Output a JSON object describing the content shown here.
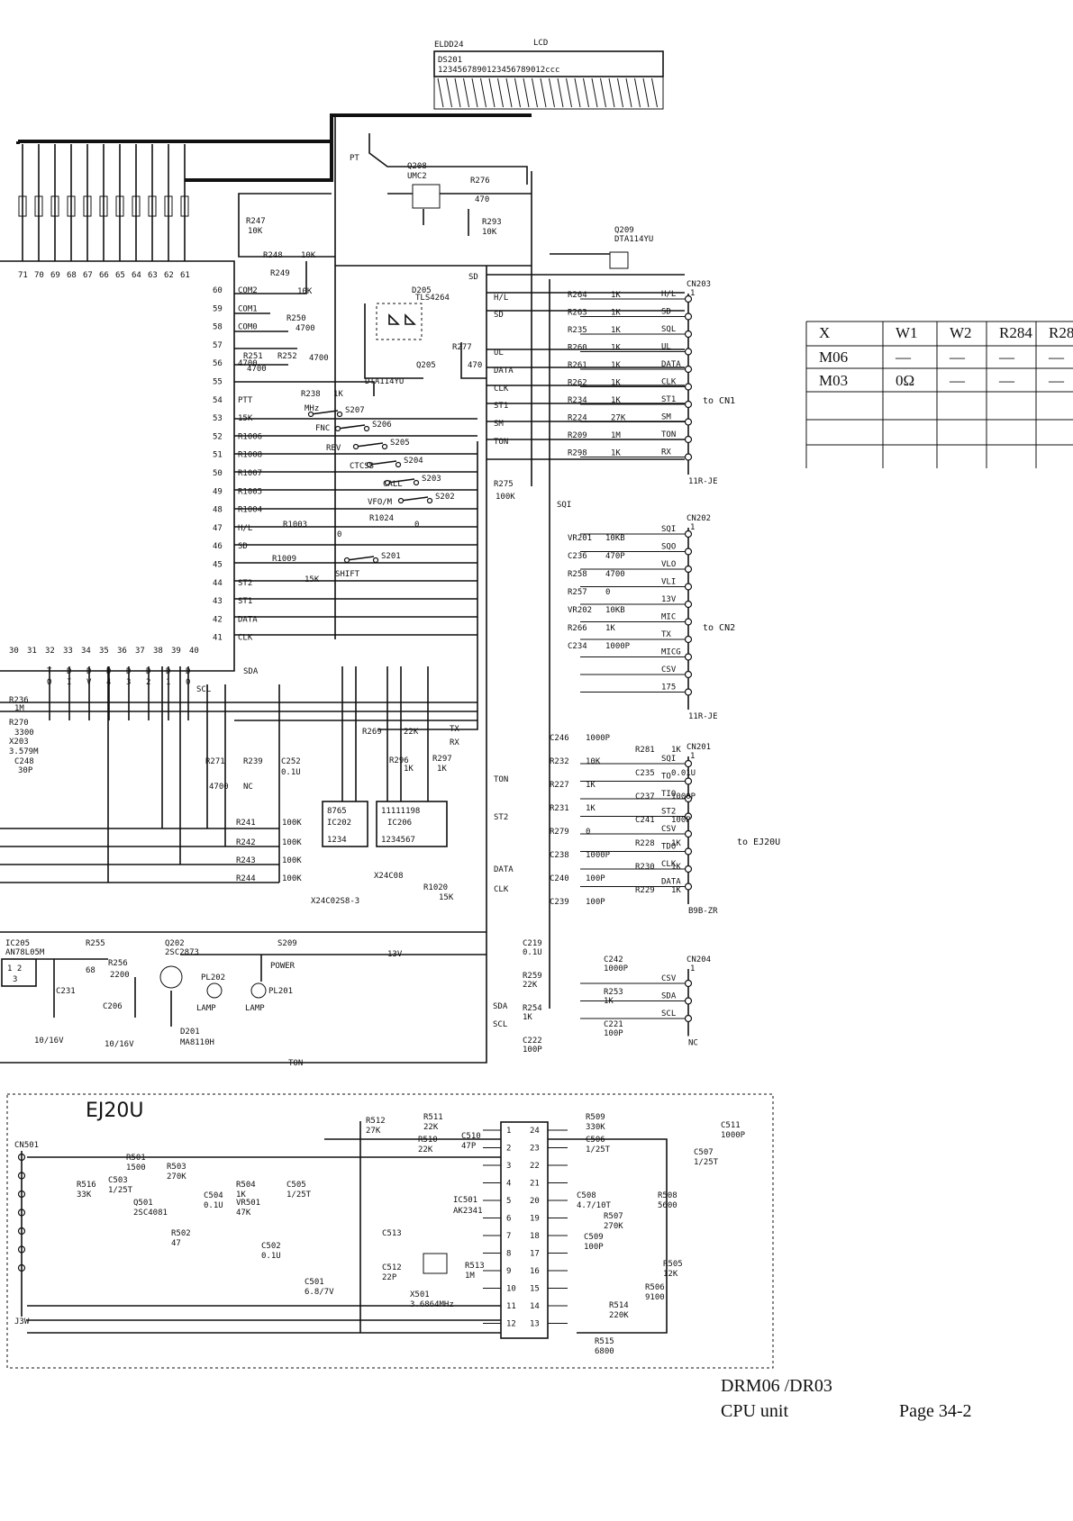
{
  "lcd": {
    "part": "ELDD24",
    "title": "LCD",
    "ref": "DS201",
    "pins": "1234567890123456789012ccc"
  },
  "opto": {
    "q208": "Q208",
    "q208_type": "UMC2",
    "d205": "D205",
    "d205_type": "TLS4264",
    "q205": "Q205",
    "q205_type": "DTA114YU",
    "q209": "Q209",
    "q209_type": "DTA114YU"
  },
  "resistors": [
    {
      "ref": "R247",
      "val": "10K"
    },
    {
      "ref": "R248",
      "val": "10K"
    },
    {
      "ref": "R249",
      "val": "10K"
    },
    {
      "ref": "R250",
      "val": "4700"
    },
    {
      "ref": "R251",
      "val": "4700"
    },
    {
      "ref": "R252",
      "val": "4700"
    },
    {
      "ref": "R238",
      "val": "1K"
    },
    {
      "ref": "R276",
      "val": "470"
    },
    {
      "ref": "R293",
      "val": "10K"
    },
    {
      "ref": "R277",
      "val": "470"
    },
    {
      "ref": "R275",
      "val": "100K"
    },
    {
      "ref": "R1003",
      "val": "0"
    },
    {
      "ref": "R1009",
      "val": "15K"
    },
    {
      "ref": "R1024",
      "val": "0"
    },
    {
      "ref": "R269",
      "val": "22K"
    },
    {
      "ref": "R271",
      "val": "4700"
    },
    {
      "ref": "R239",
      "val": "NC"
    },
    {
      "ref": "R296",
      "val": "1K"
    },
    {
      "ref": "R297",
      "val": "1K"
    },
    {
      "ref": "R241",
      "val": "100K"
    },
    {
      "ref": "R242",
      "val": "100K"
    },
    {
      "ref": "R243",
      "val": "100K"
    },
    {
      "ref": "R244",
      "val": "100K"
    },
    {
      "ref": "R1020",
      "val": "15K"
    }
  ],
  "cpu_pins": {
    "right": [
      {
        "n": "60",
        "sig": "COM2"
      },
      {
        "n": "59",
        "sig": "COM1"
      },
      {
        "n": "58",
        "sig": "COM0"
      },
      {
        "n": "57",
        "sig": ""
      },
      {
        "n": "56",
        "sig": "4700"
      },
      {
        "n": "55",
        "sig": ""
      },
      {
        "n": "54",
        "sig": "PTT"
      },
      {
        "n": "53",
        "sig": "15K"
      },
      {
        "n": "52",
        "sig": "R1006"
      },
      {
        "n": "51",
        "sig": "R1008"
      },
      {
        "n": "50",
        "sig": "R1007"
      },
      {
        "n": "49",
        "sig": "R1005"
      },
      {
        "n": "48",
        "sig": "R1004"
      },
      {
        "n": "47",
        "sig": "H/L"
      },
      {
        "n": "46",
        "sig": "SD"
      },
      {
        "n": "45",
        "sig": ""
      },
      {
        "n": "44",
        "sig": "ST2"
      },
      {
        "n": "43",
        "sig": "ST1"
      },
      {
        "n": "42",
        "sig": "DATA"
      },
      {
        "n": "41",
        "sig": "CLK"
      }
    ],
    "top_labels": [
      "71",
      "70",
      "69",
      "68",
      "67",
      "66",
      "65",
      "64",
      "63",
      "62",
      "61"
    ],
    "bottom_labels": [
      "30",
      "31",
      "32",
      "33",
      "34",
      "35",
      "36",
      "37",
      "38",
      "39",
      "40"
    ],
    "bottom_sigs": [
      "T",
      "D",
      "D",
      "D",
      "D",
      "D",
      "D",
      "D"
    ],
    "bottom_sigs2": [
      "O",
      "I",
      "V",
      "4",
      "3",
      "2",
      "1",
      "0"
    ]
  },
  "switches": [
    {
      "ref": "S207",
      "label": "MHz"
    },
    {
      "ref": "S206",
      "label": "FNC"
    },
    {
      "ref": "S205",
      "label": "REV"
    },
    {
      "ref": "S204",
      "label": "CTCSS"
    },
    {
      "ref": "S203",
      "label": "CALL"
    },
    {
      "ref": "S202",
      "label": "VFO/M"
    },
    {
      "ref": "S201",
      "label": "SHIFT"
    },
    {
      "ref": "S209",
      "label": "POWER"
    }
  ],
  "nets": [
    "PT",
    "SD",
    "H/L",
    "SD",
    "UL",
    "DATA",
    "CLK",
    "ST1",
    "SM",
    "TON",
    "SQI",
    "TX",
    "RX",
    "TON",
    "ST2",
    "DATA",
    "CLK",
    "SDA",
    "SCL",
    "TON",
    "13V"
  ],
  "cn203": {
    "ref": "CN203",
    "to": "to CN1",
    "end": "11R-JE",
    "pins": [
      "H/L",
      "SD",
      "SQL",
      "UL",
      "DATA",
      "CLK",
      "ST1",
      "SM",
      "TON",
      "RX"
    ],
    "res": [
      {
        "ref": "R264",
        "val": "1K"
      },
      {
        "ref": "R263",
        "val": "1K"
      },
      {
        "ref": "R235",
        "val": "1K"
      },
      {
        "ref": "R260",
        "val": "1K"
      },
      {
        "ref": "R261",
        "val": "1K"
      },
      {
        "ref": "R262",
        "val": "1K"
      },
      {
        "ref": "R234",
        "val": "1K"
      },
      {
        "ref": "R224",
        "val": "27K"
      },
      {
        "ref": "R209",
        "val": "1M"
      },
      {
        "ref": "R298",
        "val": "1K"
      }
    ]
  },
  "cn202": {
    "ref": "CN202",
    "to": "to CN2",
    "end": "11R-JE",
    "pins": [
      "SQI",
      "SQO",
      "VLO",
      "VLI",
      "13V",
      "MIC",
      "TX",
      "MICG",
      "CSV",
      "175"
    ],
    "parts": [
      {
        "ref": "VR201",
        "val": "10KB"
      },
      {
        "ref": "C236",
        "val": "470P"
      },
      {
        "ref": "R258",
        "val": "4700"
      },
      {
        "ref": "R257",
        "val": "0"
      },
      {
        "ref": "VR202",
        "val": "10KB"
      },
      {
        "ref": "R266",
        "val": "1K"
      },
      {
        "ref": "C234",
        "val": "1000P"
      }
    ]
  },
  "cn201": {
    "ref": "CN201",
    "to": "to EJ20U",
    "end": "B9B-ZR",
    "pins": [
      "SQI",
      "TO",
      "TIO",
      "ST2",
      "CSV",
      "TDO",
      "CLK",
      "DATA"
    ],
    "parts": [
      {
        "ref": "C246",
        "val": "1000P"
      },
      {
        "ref": "R281",
        "val": "1K"
      },
      {
        "ref": "R232",
        "val": "10K"
      },
      {
        "ref": "C235",
        "val": "0.01U"
      },
      {
        "ref": "R227",
        "val": "1K"
      },
      {
        "ref": "C237",
        "val": "1000P"
      },
      {
        "ref": "R231",
        "val": "1K"
      },
      {
        "ref": "C241",
        "val": "100P"
      },
      {
        "ref": "R279",
        "val": "0"
      },
      {
        "ref": "R228",
        "val": "1K"
      },
      {
        "ref": "C238",
        "val": "1000P"
      },
      {
        "ref": "R230",
        "val": "1K"
      },
      {
        "ref": "C240",
        "val": "100P"
      },
      {
        "ref": "R229",
        "val": "1K"
      },
      {
        "ref": "C239",
        "val": "100P"
      }
    ]
  },
  "cn204": {
    "ref": "CN204",
    "end": "NC",
    "pins": [
      "CSV",
      "SDA",
      "SCL"
    ],
    "parts": [
      {
        "ref": "C219",
        "val": "0.1U"
      },
      {
        "ref": "C242",
        "val": "1000P"
      },
      {
        "ref": "R259",
        "val": "22K"
      },
      {
        "ref": "R253",
        "val": "1K"
      },
      {
        "ref": "R254",
        "val": "1K"
      },
      {
        "ref": "C221",
        "val": "100P"
      },
      {
        "ref": "C222",
        "val": "100P"
      }
    ]
  },
  "ic202": {
    "ref": "IC202",
    "pins_top": "8765",
    "pins_bot": "1234"
  },
  "ic206": {
    "ref": "IC206",
    "type": "X24C08",
    "pins_top": "11111198",
    "pins_bot": "1234567",
    "note": "X24C02S8-3"
  },
  "power": {
    "ic205": "IC205",
    "ic205_type": "AN78L05M",
    "r255": "R255",
    "r255_val": "68",
    "r256": "R256",
    "r256_val": "2200",
    "q202": "Q202",
    "q202_type": "2SC2873",
    "pl202": "PL202",
    "pl201": "PL201",
    "lamp": "LAMP",
    "d201": "D201",
    "d201_type": "MA8110H",
    "c231": "C231",
    "c231_val": "10/16V",
    "c206": "C206",
    "c206_val": "10/16V"
  },
  "misc": {
    "r236": "R236",
    "r236_val": "1M",
    "r270": "R270",
    "r270_val": "3300",
    "x203": "X203",
    "x203_val": "3.579M",
    "c248": "C248",
    "c248_val": "30P",
    "c252": "C252",
    "c252_val": "0.1U"
  },
  "ej20u": {
    "title": "EJ20U",
    "cn": "CN501",
    "ref_end": "J3W",
    "ic": "IC501",
    "ic_type": "AK2341",
    "pins_left": [
      "1",
      "2",
      "3",
      "4",
      "5",
      "6",
      "7",
      "8",
      "9",
      "10",
      "11",
      "12"
    ],
    "pins_right": [
      "24",
      "23",
      "22",
      "21",
      "20",
      "19",
      "18",
      "17",
      "16",
      "15",
      "14",
      "13"
    ],
    "parts": [
      {
        "ref": "R512",
        "val": "27K"
      },
      {
        "ref": "R511",
        "val": "22K"
      },
      {
        "ref": "R510",
        "val": "22K"
      },
      {
        "ref": "C510",
        "val": "47P"
      },
      {
        "ref": "R509",
        "val": "330K"
      },
      {
        "ref": "C506",
        "val": "1/25T"
      },
      {
        "ref": "C507",
        "val": "1/25T"
      },
      {
        "ref": "C511",
        "val": "1000P"
      },
      {
        "ref": "R501",
        "val": "1500"
      },
      {
        "ref": "R503",
        "val": "270K"
      },
      {
        "ref": "R516",
        "val": "33K"
      },
      {
        "ref": "C503",
        "val": "1/25T"
      },
      {
        "ref": "Q501",
        "val": "2SC4081"
      },
      {
        "ref": "R502",
        "val": "47"
      },
      {
        "ref": "C504",
        "val": "0.1U"
      },
      {
        "ref": "R504",
        "val": "1K"
      },
      {
        "ref": "VR501",
        "val": "47K"
      },
      {
        "ref": "C505",
        "val": "1/25T"
      },
      {
        "ref": "C502",
        "val": "0.1U"
      },
      {
        "ref": "C501",
        "val": "6.8/7V"
      },
      {
        "ref": "C513",
        "val": ""
      },
      {
        "ref": "C512",
        "val": "22P"
      },
      {
        "ref": "X501",
        "val": "3.6864MHz"
      },
      {
        "ref": "R513",
        "val": "1M"
      },
      {
        "ref": "C508",
        "val": "4.7/10T"
      },
      {
        "ref": "R508",
        "val": "5600"
      },
      {
        "ref": "R507",
        "val": "270K"
      },
      {
        "ref": "C509",
        "val": "100P"
      },
      {
        "ref": "R505",
        "val": "12K"
      },
      {
        "ref": "R506",
        "val": "9100"
      },
      {
        "ref": "R514",
        "val": "220K"
      },
      {
        "ref": "R515",
        "val": "6800"
      }
    ]
  },
  "jumper_table": {
    "headers": [
      "X",
      "W1",
      "W2",
      "R284",
      "R28"
    ],
    "rows": [
      [
        "M06",
        "—",
        "—",
        "—",
        "—"
      ],
      [
        "M03",
        "0Ω",
        "—",
        "—",
        "—"
      ],
      [
        "",
        "",
        "",
        "",
        ""
      ],
      [
        "",
        "",
        "",
        "",
        ""
      ]
    ]
  },
  "footer": {
    "model": "DRM06 /DR03",
    "unit": "CPU unit",
    "page": "Page 34-2"
  }
}
